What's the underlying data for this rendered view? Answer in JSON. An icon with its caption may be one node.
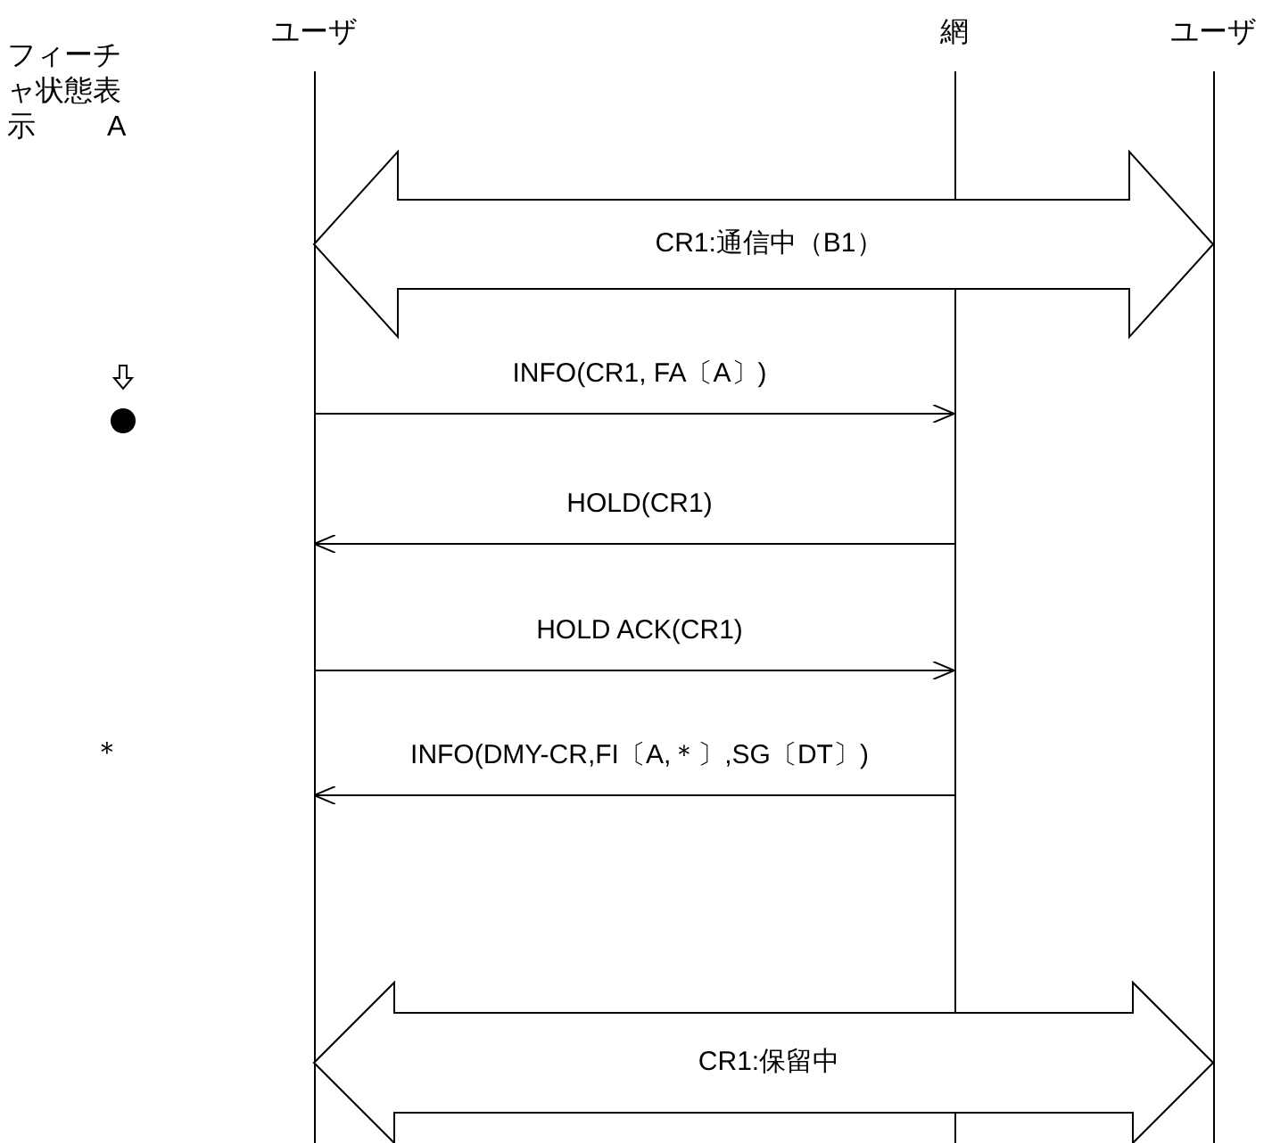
{
  "diagram": {
    "nodes": [
      {
        "text": [
          "ユーザ"
        ]
      },
      {
        "text": [
          "網"
        ]
      },
      {
        "text": [
          "ユーザ"
        ]
      }
    ],
    "edges": [
      {
        "from": 0,
        "to": 2,
        "arrow": "both",
        "style": "thick",
        "label": "CR1:通信中（B1）"
      },
      {
        "from": 0,
        "to": 1,
        "arrow": "to",
        "label": "INFO(CR1, FA〔A〕)"
      },
      {
        "from": 1,
        "to": 0,
        "arrow": "to",
        "label": "HOLD(CR1)"
      },
      {
        "from": 0,
        "to": 1,
        "arrow": "to",
        "label": "HOLD ACK(CR1)"
      },
      {
        "from": 1,
        "to": 0,
        "arrow": "to",
        "label": "INFO(DMY-CR,FI〔A,＊〕,SG〔DT〕)"
      },
      {
        "from": 0,
        "to": 2,
        "arrow": "both",
        "style": "thick",
        "label": "CR1:保留中"
      }
    ],
    "labels": [
      "フィーチャ状態表示",
      "A",
      "＊"
    ]
  }
}
